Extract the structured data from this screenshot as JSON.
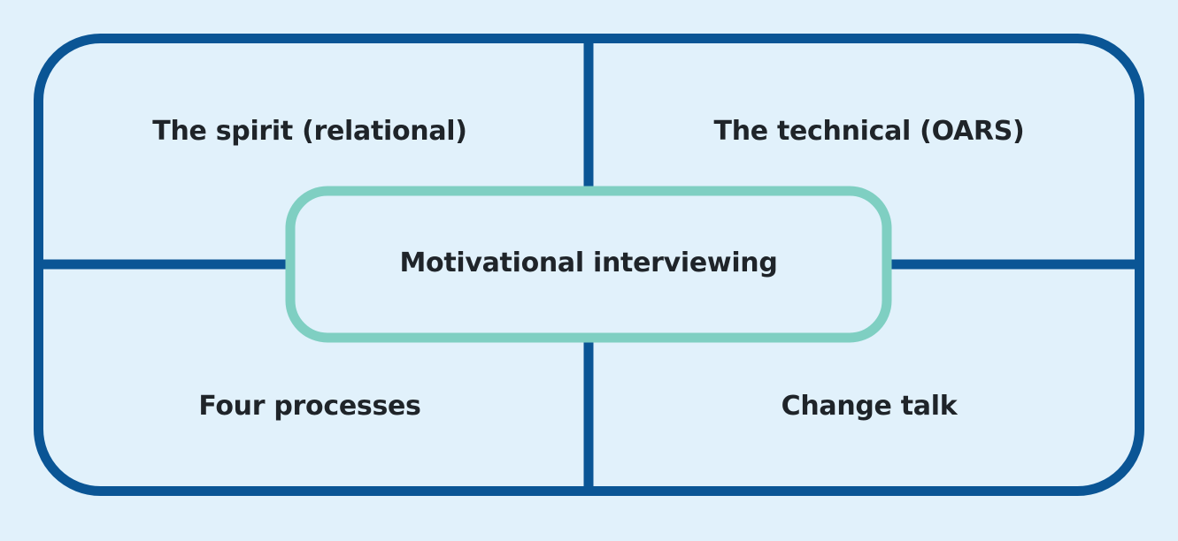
{
  "diagram": {
    "center": {
      "label": "Motivational interviewing"
    },
    "quadrants": {
      "top_left": "The spirit (relational)",
      "top_right": "The technical (OARS)",
      "bottom_left": "Four processes",
      "bottom_right": "Change talk"
    }
  },
  "colors": {
    "background": "#e1f1fb",
    "frame": "#0a5595",
    "center_border": "#7fcfc2",
    "text": "#1f2429"
  }
}
